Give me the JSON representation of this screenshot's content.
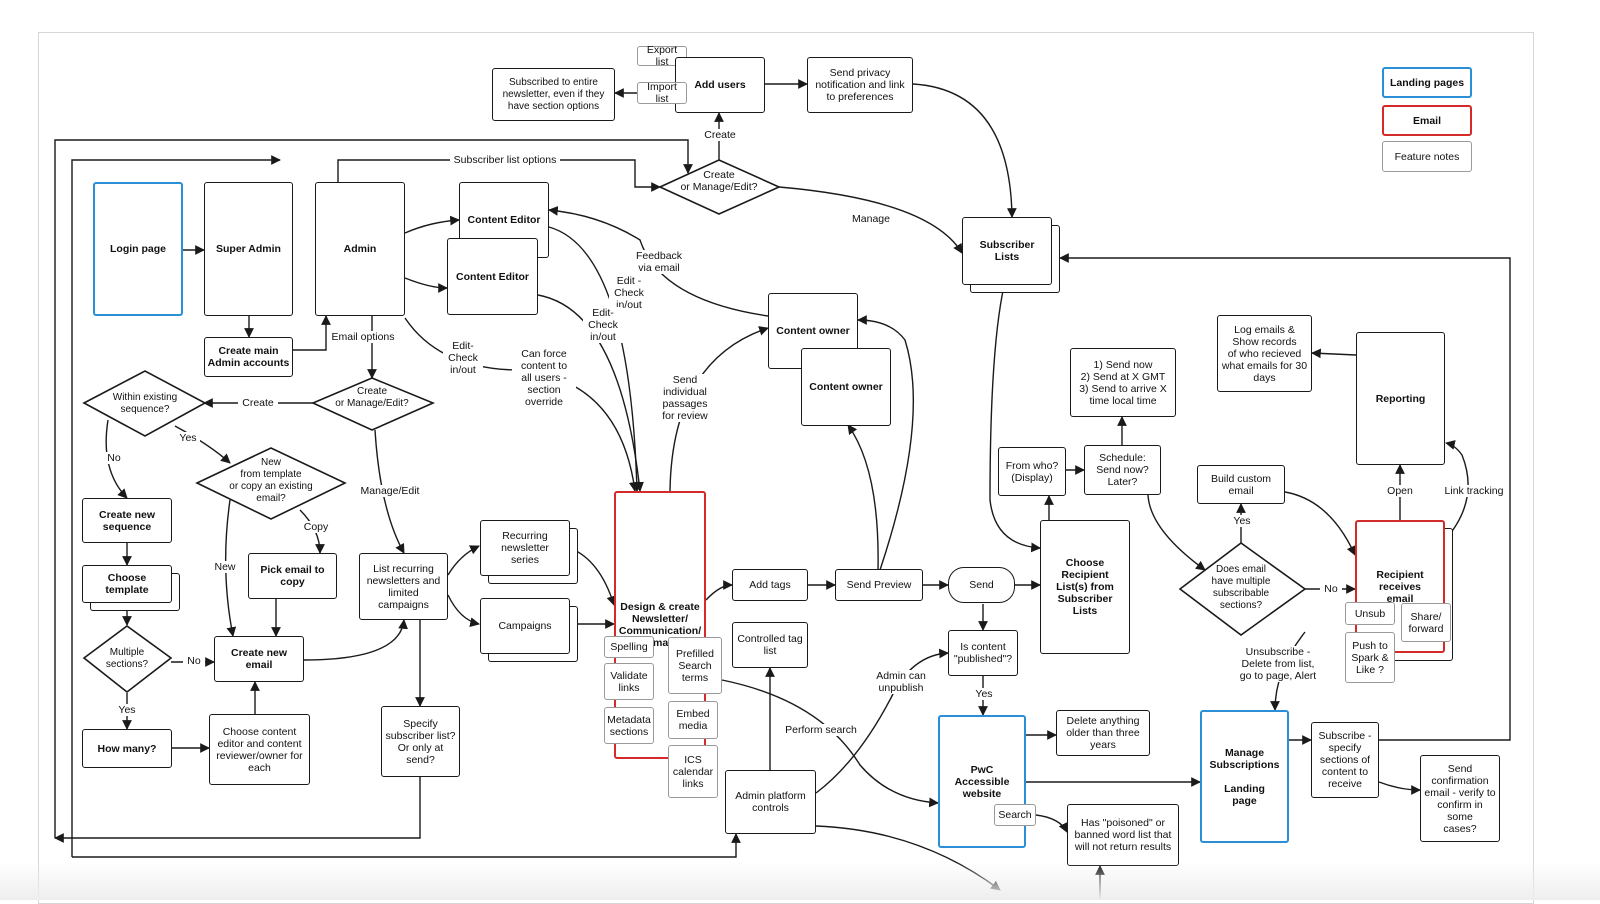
{
  "legend": {
    "landing": "Landing pages",
    "email": "Email",
    "notes": "Feature notes"
  },
  "colors": {
    "landing": "#2a8fd6",
    "email": "#d42a2a",
    "notes": "#9a9a9a",
    "line": "#1a1a1a"
  },
  "nodes": {
    "login": "Login page",
    "super_admin": "Super Admin",
    "admin": "Admin",
    "content_editor_1": "Content Editor",
    "content_editor_2": "Content Editor",
    "create_main_admin": "Create main\nAdmin accounts",
    "export_list": "Export list",
    "import_list": "Import list",
    "add_users": "Add users",
    "subscribed_note": "Subscribed to entire\nnewsletter, even if they\nhave section options",
    "send_privacy": "Send privacy\nnotification and link\nto preferences",
    "subscriber_lists": "Subscriber\nLists",
    "content_owner_1": "Content owner",
    "content_owner_2": "Content owner",
    "create_new_sequence": "Create new\nsequence",
    "choose_template": "Choose\ntemplate",
    "how_many": "How many?",
    "pick_email": "Pick email to\ncopy",
    "create_new_email": "Create new\nemail",
    "choose_content_editor": "Choose content\neditor and content\nreviewer/owner for\neach",
    "list_recurring": "List recurring\nnewsletters and\nlimited campaigns",
    "specify_subscriber": "Specify\nsubscriber list?\nOr only at\nsend?",
    "recurring_series": "Recurring\nnewsletter\nseries",
    "campaigns": "Campaigns",
    "design_create": "Design & create\nNewsletter/\nCommunication/\nEmail",
    "spelling": "Spelling",
    "validate_links": "Validate\nlinks",
    "metadata_sections": "Metadata\nsections",
    "prefilled_search": "Prefilled\nSearch\nterms",
    "embed_media": "Embed\nmedia",
    "ics_links": "ICS\ncalendar\nlinks",
    "add_tags": "Add tags",
    "controlled_tag": "Controlled tag\nlist",
    "admin_platform": "Admin platform\ncontrols",
    "send_preview": "Send Preview",
    "send": "Send",
    "is_published": "Is content\n\"published\"?",
    "pwc_website": "PwC Accessible\nwebsite",
    "search": "Search",
    "poisoned": "Has \"poisoned\" or\nbanned word list that\nwill not return results",
    "delete_older": "Delete anything\nolder than three\nyears",
    "send_now": "1) Send now\n2) Send at X GMT\n3) Send to arrive X\ntime local time",
    "schedule": "Schedule:\nSend now?\nLater?",
    "from_who": "From who?\n(Display)",
    "choose_recipient": "Choose\nRecipient\nList(s) from\nSubscriber\nLists",
    "log_emails": "Log emails &\nShow records\nof who recieved\nwhat emails for 30\ndays",
    "reporting": "Reporting",
    "build_custom": "Build custom\nemail",
    "recipient_receives": "Recipient\nreceives\nemail",
    "unsub": "Unsub",
    "share_forward": "Share/\nforward",
    "push_spark": "Push to\nSpark &\nLike ?",
    "manage_subscriptions": "Manage\nSubscriptions\n\nLanding\npage",
    "subscribe_specify": "Subscribe -\nspecify\nsections of\ncontent to\nreceive",
    "send_confirmation": "Send\nconfirmation\nemail - verify to\nconfirm in some\ncases?"
  },
  "diamonds": {
    "create_manage_top": "Create\nor Manage/Edit?",
    "create_manage_left": "Create\nor Manage/Edit?",
    "within_sequence": "Within existing\nsequence?",
    "new_from_template": "New\nfrom template\nor copy an existing\nemail?",
    "multiple_sections": "Multiple\nsections?",
    "does_email": "Does email\nhave multiple\nsubscribable\nsections?"
  },
  "labels": {
    "create_top": "Create",
    "subscriber_list_options": "Subscriber list options",
    "manage": "Manage",
    "feedback": "Feedback\nvia email",
    "edit_checkout_1": "Edit -\nCheck\nin/out",
    "edit_checkout_2": "Edit-\nCheck\nin/out",
    "edit_checkout_3": "Edit-\nCheck\nin/out",
    "email_options": "Email options",
    "can_force": "Can force\ncontent to\nall users -\nsection\noverride",
    "send_individual": "Send\nindividual\npassages\nfor review",
    "create_left": "Create",
    "yes_1": "Yes",
    "no_1": "No",
    "manage_edit": "Manage/Edit",
    "copy": "Copy",
    "new": "New",
    "no_2": "No",
    "yes_2": "Yes",
    "admin_unpublish": "Admin can\nunpublish",
    "perform_search": "Perform search",
    "yes_3": "Yes",
    "yes_4": "Yes",
    "no_3": "No",
    "open": "Open",
    "link_tracking": "Link tracking",
    "unsubscribe_note": "Unsubscribe -\nDelete from list,\ngo to page, Alert"
  }
}
